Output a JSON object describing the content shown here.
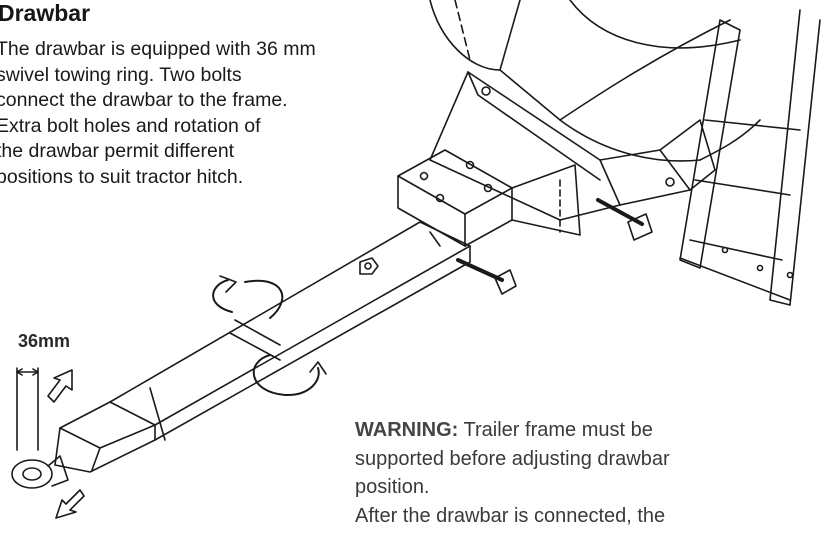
{
  "section": {
    "title": "Drawbar",
    "intro_lines": [
      "The drawbar is equipped with 36 mm",
      "swivel towing ring.  Two bolts",
      "connect the drawbar to the frame.",
      "Extra bolt holes and rotation of",
      "the drawbar permit different",
      "positions to suit tractor hitch."
    ]
  },
  "diagram": {
    "dimension_label": "36mm"
  },
  "warning": {
    "label": "WARNING:",
    "line1_text": " Trailer frame must be",
    "line2": "supported before adjusting drawbar",
    "line3": "position.",
    "line4": "After the drawbar is connected, the"
  }
}
